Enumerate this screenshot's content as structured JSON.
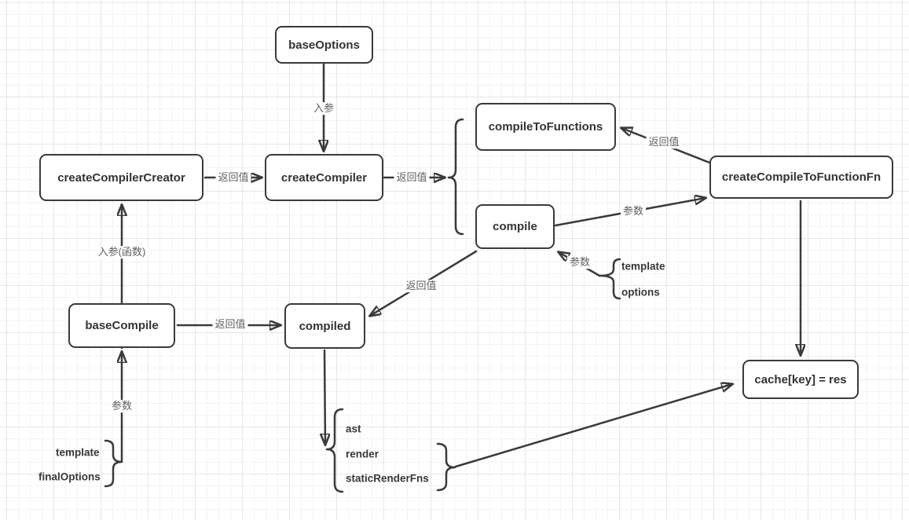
{
  "colors": {
    "stroke": "#3a3a3a",
    "edge_label": "#5f5f5f",
    "node_text": "#333333",
    "background": "#ffffff"
  },
  "nodes": {
    "base_options": "baseOptions",
    "create_compiler_creator": "createCompilerCreator",
    "create_compiler": "createCompiler",
    "compile_to_functions": "compileToFunctions",
    "compile": "compile",
    "create_compile_to_function_fn": "createCompileToFunctionFn",
    "base_compile": "baseCompile",
    "compiled": "compiled",
    "cache_assignment": "cache[key] = res"
  },
  "edge_labels": {
    "input_param": "入参",
    "input_param_function": "入参(函数)",
    "return_value": "返回值",
    "param": "参数"
  },
  "lists": {
    "compile_params": [
      "template",
      "options"
    ],
    "base_compile_params": [
      "template",
      "finalOptions"
    ],
    "compiled_outputs": [
      "ast",
      "render",
      "staticRenderFns"
    ]
  }
}
